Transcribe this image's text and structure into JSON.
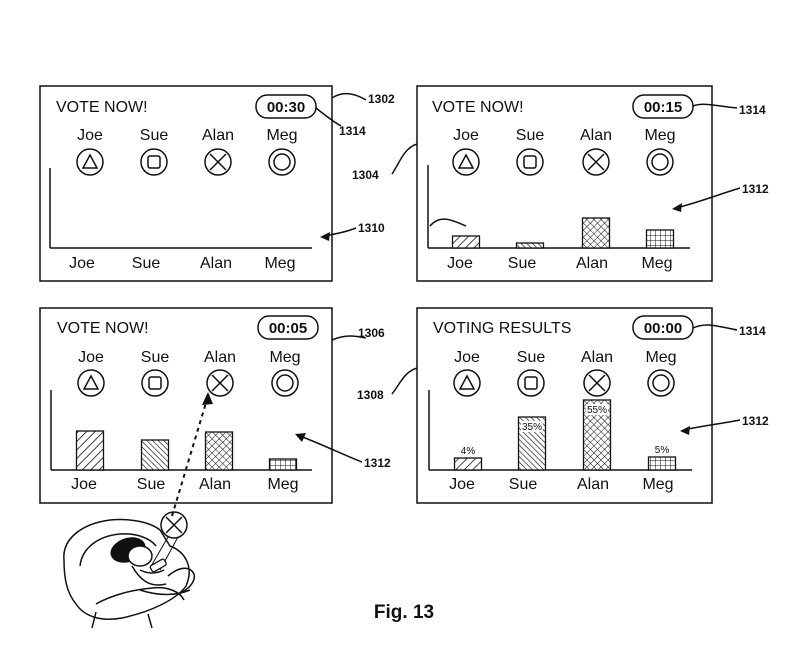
{
  "figure_label": "Fig. 13",
  "panels": [
    {
      "title": "VOTE NOW!",
      "timer": "00:30",
      "candidates": [
        "Joe",
        "Sue",
        "Alan",
        "Meg"
      ],
      "symbols": [
        "triangle",
        "square",
        "cross",
        "circle"
      ],
      "axis_labels": [
        "Joe",
        "Sue",
        "Alan",
        "Meg"
      ],
      "bar_values": [
        0,
        0,
        0,
        0
      ],
      "bar_patterns": [
        "diag-right",
        "diag-left",
        "crosshatch",
        "grid"
      ],
      "percent_labels": [
        "",
        "",
        "",
        ""
      ]
    },
    {
      "title": "VOTE NOW!",
      "timer": "00:15",
      "candidates": [
        "Joe",
        "Sue",
        "Alan",
        "Meg"
      ],
      "symbols": [
        "triangle",
        "square",
        "cross",
        "circle"
      ],
      "axis_labels": [
        "Joe",
        "Sue",
        "Alan",
        "Meg"
      ],
      "bar_values": [
        12,
        5,
        30,
        18
      ],
      "bar_patterns": [
        "diag-right",
        "diag-left",
        "crosshatch",
        "grid"
      ],
      "percent_labels": [
        "",
        "",
        "",
        ""
      ]
    },
    {
      "title": "VOTE NOW!",
      "timer": "00:05",
      "candidates": [
        "Joe",
        "Sue",
        "Alan",
        "Meg"
      ],
      "symbols": [
        "triangle",
        "square",
        "cross",
        "circle"
      ],
      "axis_labels": [
        "Joe",
        "Sue",
        "Alan",
        "Meg"
      ],
      "bar_values": [
        39,
        30,
        38,
        11
      ],
      "bar_patterns": [
        "diag-right",
        "diag-left",
        "crosshatch",
        "grid"
      ],
      "percent_labels": [
        "",
        "",
        "",
        ""
      ]
    },
    {
      "title": "VOTING RESULTS",
      "timer": "00:00",
      "candidates": [
        "Joe",
        "Sue",
        "Alan",
        "Meg"
      ],
      "symbols": [
        "triangle",
        "square",
        "cross",
        "circle"
      ],
      "axis_labels": [
        "Joe",
        "Sue",
        "Alan",
        "Meg"
      ],
      "bar_values": [
        12,
        53,
        70,
        13
      ],
      "bar_patterns": [
        "diag-right",
        "diag-left",
        "crosshatch",
        "grid"
      ],
      "percent_labels": [
        "4%",
        "35%",
        "55%",
        "5%"
      ]
    }
  ],
  "reference_numerals": {
    "r1302": "1302",
    "r1314a": "1314",
    "r1314b": "1314",
    "r1314c": "1314",
    "r1304": "1304",
    "r1310": "1310",
    "r1312a": "1312",
    "r1312b": "1312",
    "r1312c": "1312",
    "r1306": "1306",
    "r1308": "1308"
  },
  "user_selection_symbol": "cross"
}
